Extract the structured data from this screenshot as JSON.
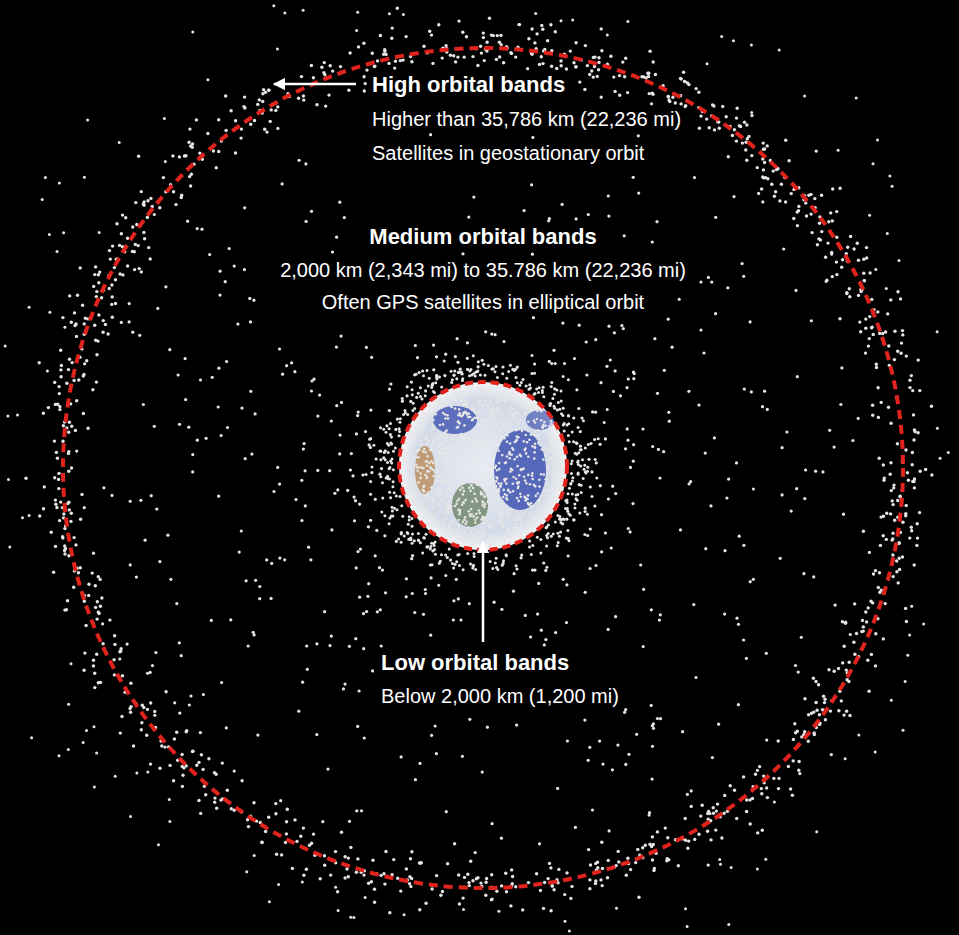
{
  "diagram": {
    "labels": [
      "High orbital bands",
      "Higher than 35,786 km (22,236 mi)",
      "Satellites in geostationary orbit",
      "Medium orbital bands",
      "2,000 km (2,343 mi) to 35.786 km (22,236 mi)",
      "Often GPS satellites in elliptical orbit",
      "Low orbital bands",
      "Below 2,000 km (1,200 mi)"
    ]
  }
}
